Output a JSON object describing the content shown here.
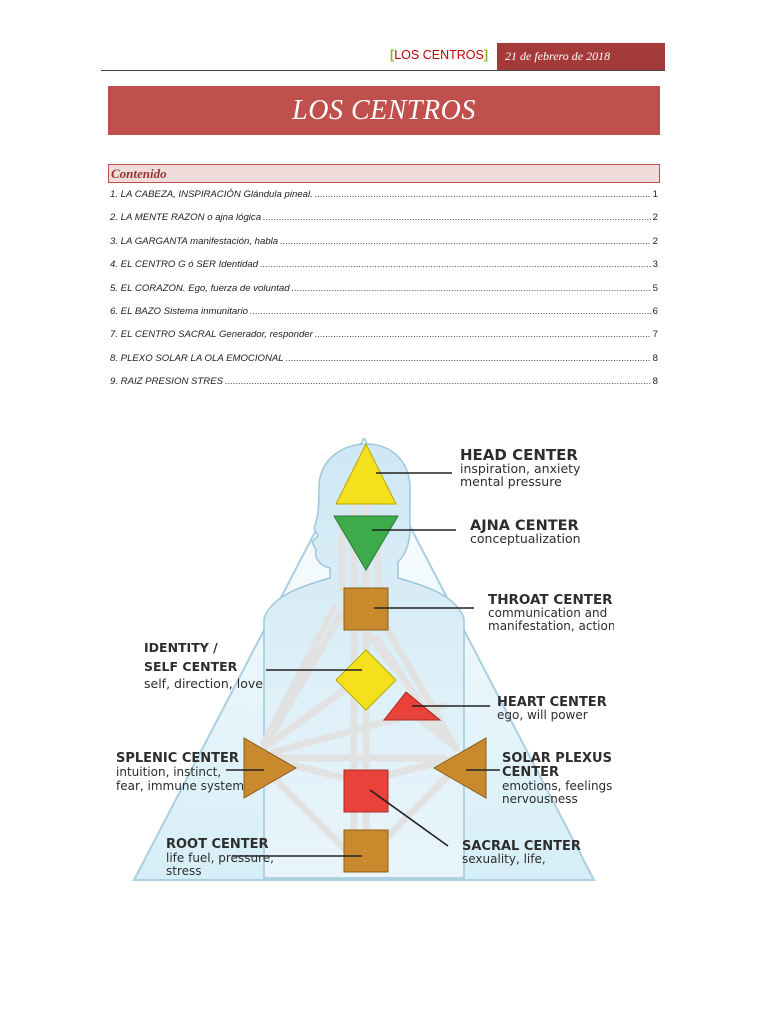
{
  "header": {
    "bracket_open": "[",
    "title": "LOS CENTROS",
    "bracket_close": "]",
    "date": "21 de febrero de 2018"
  },
  "banner_title": "LOS CENTROS",
  "toc": {
    "heading": "Contenido",
    "entries": [
      {
        "label": "1. LA CABEZA, INSPIRACIÓN Glándula pineal.",
        "page": "1"
      },
      {
        "label": "2. LA MENTE RAZON o ajna lógica",
        "page": "2"
      },
      {
        "label": "3. LA GARGANTA manifestación, habla",
        "page": "2"
      },
      {
        "label": "4. EL CENTRO G ó SER Identidad",
        "page": "3"
      },
      {
        "label": "5. EL CORAZON. Ego, fuerza de voluntad",
        "page": "5"
      },
      {
        "label": "6. EL BAZO Sistema inmunitario",
        "page": "6"
      },
      {
        "label": "7. EL CENTRO SACRAL Generador, responder",
        "page": "7"
      },
      {
        "label": "8. PLEXO SOLAR LA OLA EMOCIONAL",
        "page": "8"
      },
      {
        "label": "9. RAIZ PRESION STRES",
        "page": "8"
      }
    ]
  },
  "diagram": {
    "head": {
      "title": "HEAD CENTER",
      "line1": "inspiration, anxiety",
      "line2": "mental pressure"
    },
    "ajna": {
      "title": "AJNA CENTER",
      "line1": "conceptualization"
    },
    "throat": {
      "title": "THROAT CENTER",
      "line1": "communication and",
      "line2": "manifestation, action"
    },
    "identity": {
      "title1": "IDENTITY /",
      "title2": "SELF CENTER",
      "line1": "self, direction, love"
    },
    "heart": {
      "title": "HEART CENTER",
      "line1": "ego, will power"
    },
    "splenic": {
      "title": "SPLENIC CENTER",
      "line1": "intuition, instinct,",
      "line2": "fear, immune system"
    },
    "solar": {
      "title1": "SOLAR PLEXUS",
      "title2": "CENTER",
      "line1": "emotions, feelings",
      "line2": "nervousness"
    },
    "root": {
      "title": "ROOT CENTER",
      "line1": "life fuel, pressure,",
      "line2": "stress"
    },
    "sacral": {
      "title": "SACRAL CENTER",
      "line1": "sexuality, life,"
    },
    "colors": {
      "yellow": "#f2e21b",
      "green": "#3aa84a",
      "brown": "#c98a2e",
      "red": "#e8423a",
      "channel": "#e6e6e6"
    }
  }
}
